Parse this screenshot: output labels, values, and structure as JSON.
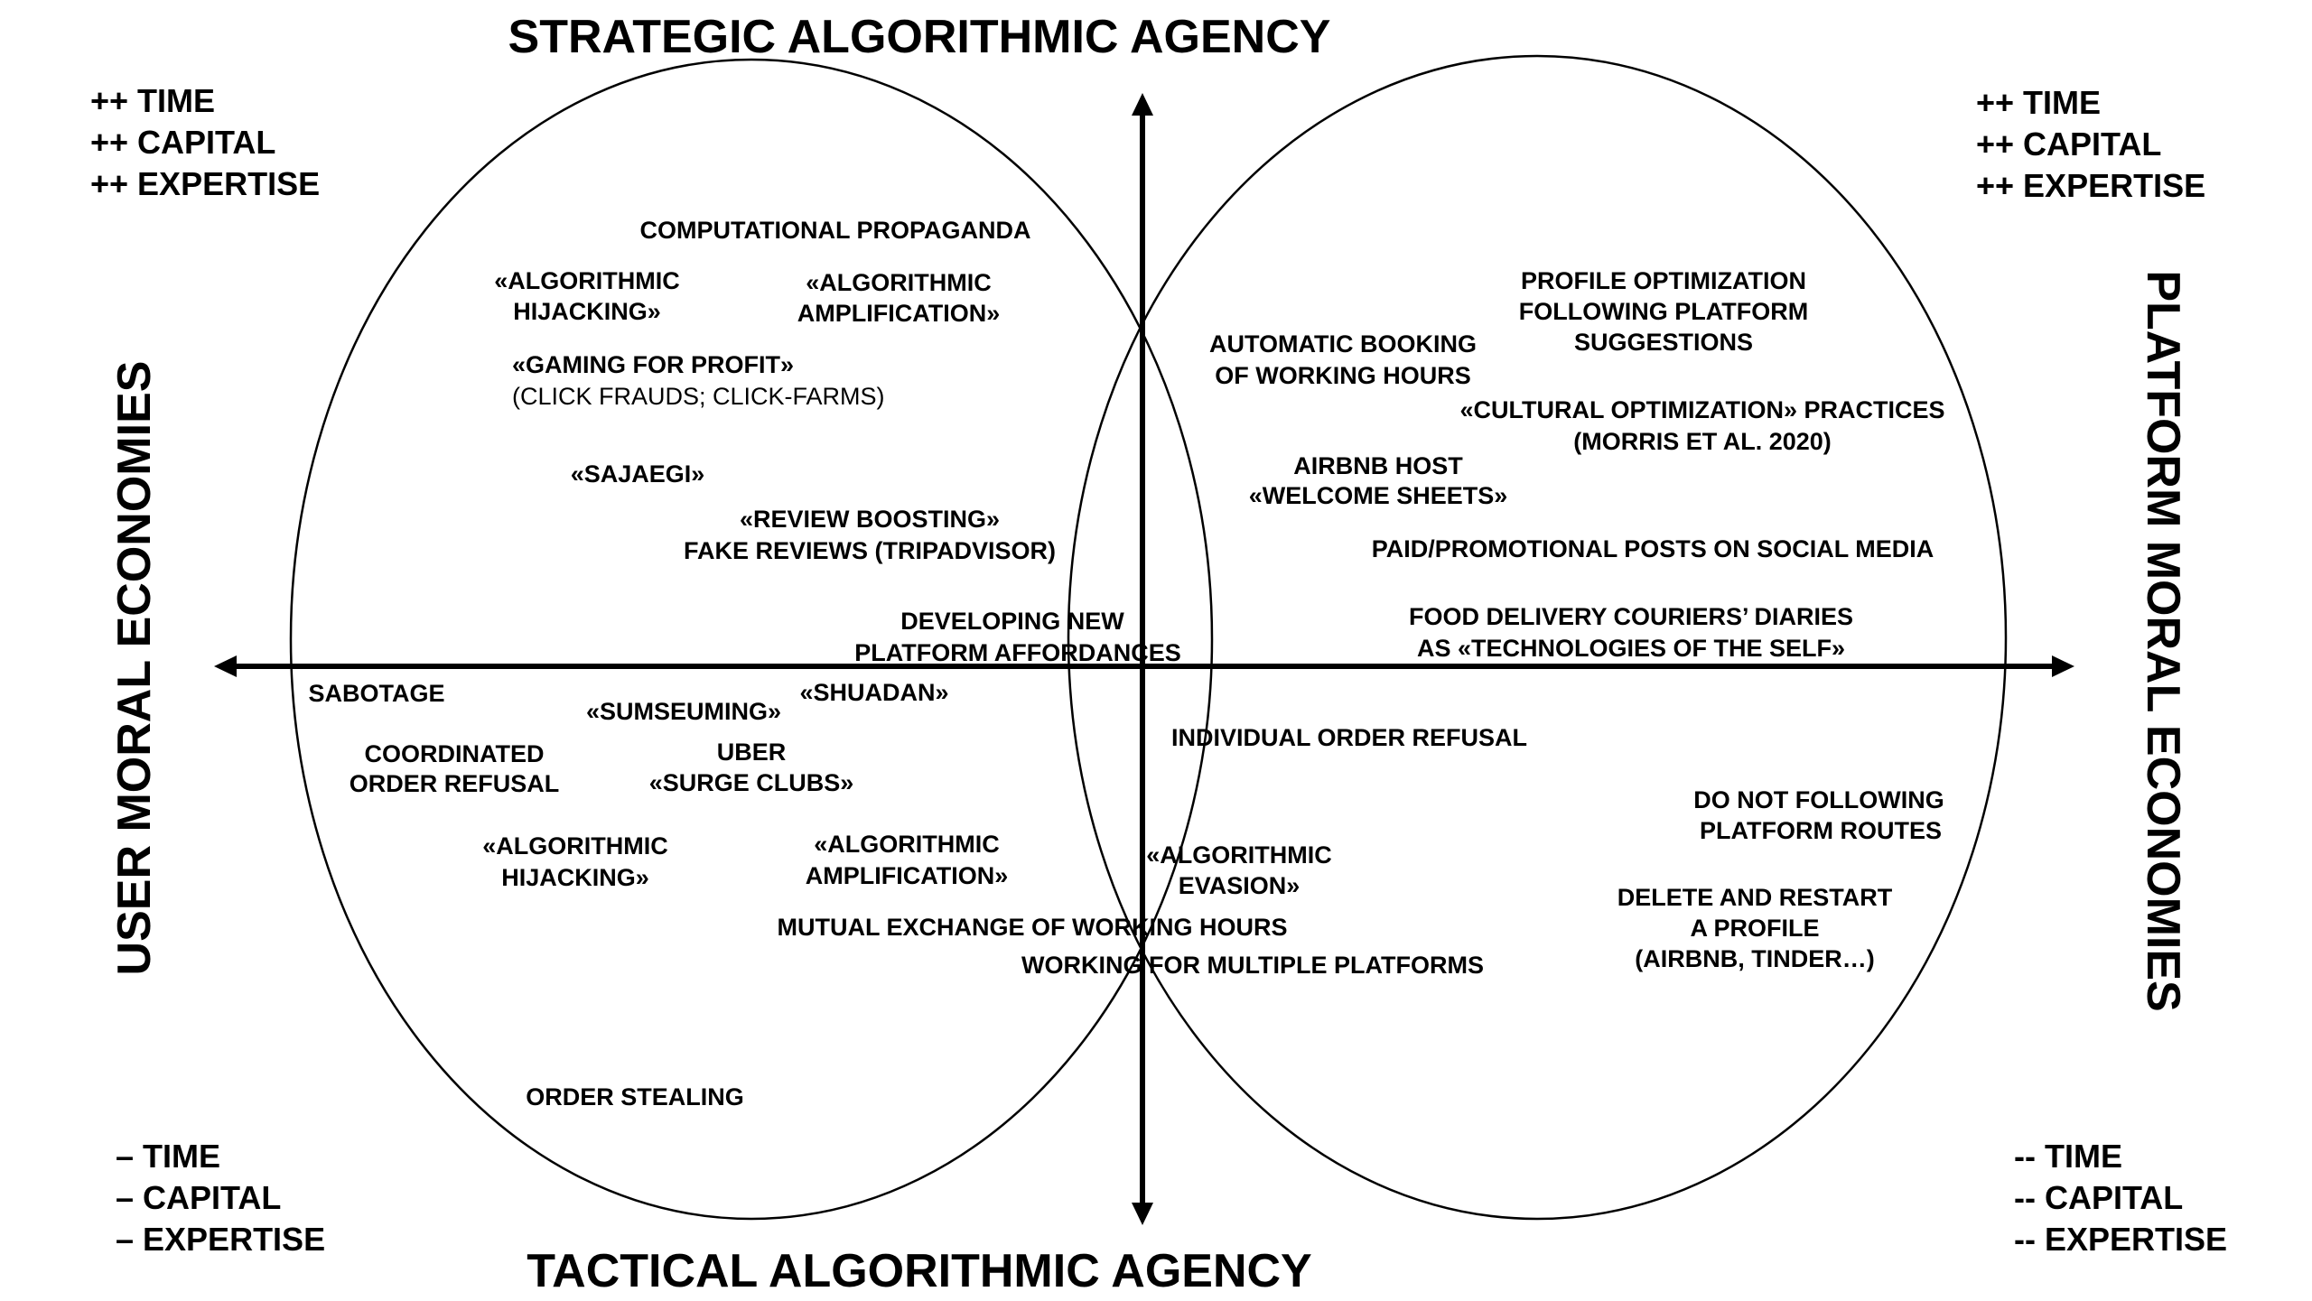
{
  "axes": {
    "top": "STRATEGIC ALGORITHMIC AGENCY",
    "bottom": "TACTICAL ALGORITHMIC AGENCY",
    "left": "USER MORAL ECONOMIES",
    "right": "PLATFORM MORAL ECONOMIES"
  },
  "corners": {
    "top_left": [
      "++ TIME",
      "++ CAPITAL",
      "++ EXPERTISE"
    ],
    "top_right": [
      "++ TIME",
      "++ CAPITAL",
      "++ EXPERTISE"
    ],
    "bottom_left": [
      "– TIME",
      "– CAPITAL",
      "– EXPERTISE"
    ],
    "bottom_right": [
      "-- TIME",
      "-- CAPITAL",
      "-- EXPERTISE"
    ]
  },
  "items": {
    "computational_propaganda": [
      "COMPUTATIONAL PROPAGANDA"
    ],
    "algorithmic_hijacking_top": [
      "«ALGORITHMIC",
      "HIJACKING»"
    ],
    "algorithmic_amplification_top": [
      "«ALGORITHMIC",
      "AMPLIFICATION»"
    ],
    "gaming_for_profit": [
      "«GAMING FOR PROFIT»"
    ],
    "click_frauds": [
      "(CLICK FRAUDS; CLICK-FARMS)"
    ],
    "sajaegi": [
      "«SAJAEGI»"
    ],
    "review_boosting": [
      "«REVIEW BOOSTING»",
      "FAKE REVIEWS (TRIPADVISOR)"
    ],
    "developing_affordances": [
      "DEVELOPING NEW",
      "PLATFORM AFFORDANCES"
    ],
    "profile_optimization": [
      "PROFILE OPTIMIZATION",
      "FOLLOWING PLATFORM",
      "SUGGESTIONS"
    ],
    "automatic_booking": [
      "AUTOMATIC BOOKING",
      "OF WORKING HOURS"
    ],
    "cultural_optimization": [
      "«CULTURAL OPTIMIZATION» PRACTICES",
      "(MORRIS ET AL. 2020)"
    ],
    "airbnb_host": [
      "AIRBNB HOST",
      "«WELCOME SHEETS»"
    ],
    "paid_posts": [
      "PAID/PROMOTIONAL POSTS ON SOCIAL MEDIA"
    ],
    "food_delivery": [
      "FOOD DELIVERY COURIERS’ DIARIES",
      "AS «TECHNOLOGIES OF THE SELF»"
    ],
    "sabotage": [
      "SABOTAGE"
    ],
    "sumseuming": [
      "«SUMSEUMING»"
    ],
    "shuadan": [
      "«SHUADAN»"
    ],
    "coordinated_refusal": [
      "COORDINATED",
      "ORDER REFUSAL"
    ],
    "uber_surge": [
      "UBER",
      "«SURGE CLUBS»"
    ],
    "individual_refusal": [
      "INDIVIDUAL ORDER REFUSAL"
    ],
    "algorithmic_hijacking_bottom": [
      "«ALGORITHMIC",
      "HIJACKING»"
    ],
    "algorithmic_amplification_bottom": [
      "«ALGORITHMIC",
      "AMPLIFICATION»"
    ],
    "algorithmic_evasion": [
      "«ALGORITHMIC",
      "EVASION»"
    ],
    "not_following_routes": [
      "DO NOT FOLLOWING",
      "PLATFORM ROUTES"
    ],
    "mutual_exchange": [
      "MUTUAL EXCHANGE OF WORKING HOURS"
    ],
    "multiple_platforms": [
      "WORKING FOR MULTIPLE PLATFORMS"
    ],
    "delete_restart": [
      "DELETE AND RESTART",
      "A PROFILE",
      "(AIRBNB, TINDER…)"
    ],
    "order_stealing": [
      "ORDER STEALING"
    ]
  }
}
